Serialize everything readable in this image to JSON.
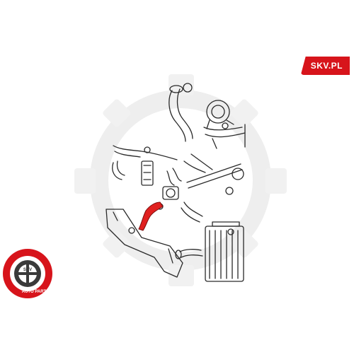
{
  "brand": {
    "label": "SKV.PL"
  },
  "seal": {
    "top_text": "SKV",
    "ring_text": "AUTO PARTS"
  },
  "colors": {
    "accent": "#d7141b",
    "line": "#2a2a2a",
    "watermark": "#ececec",
    "highlight": "#e0201f"
  }
}
